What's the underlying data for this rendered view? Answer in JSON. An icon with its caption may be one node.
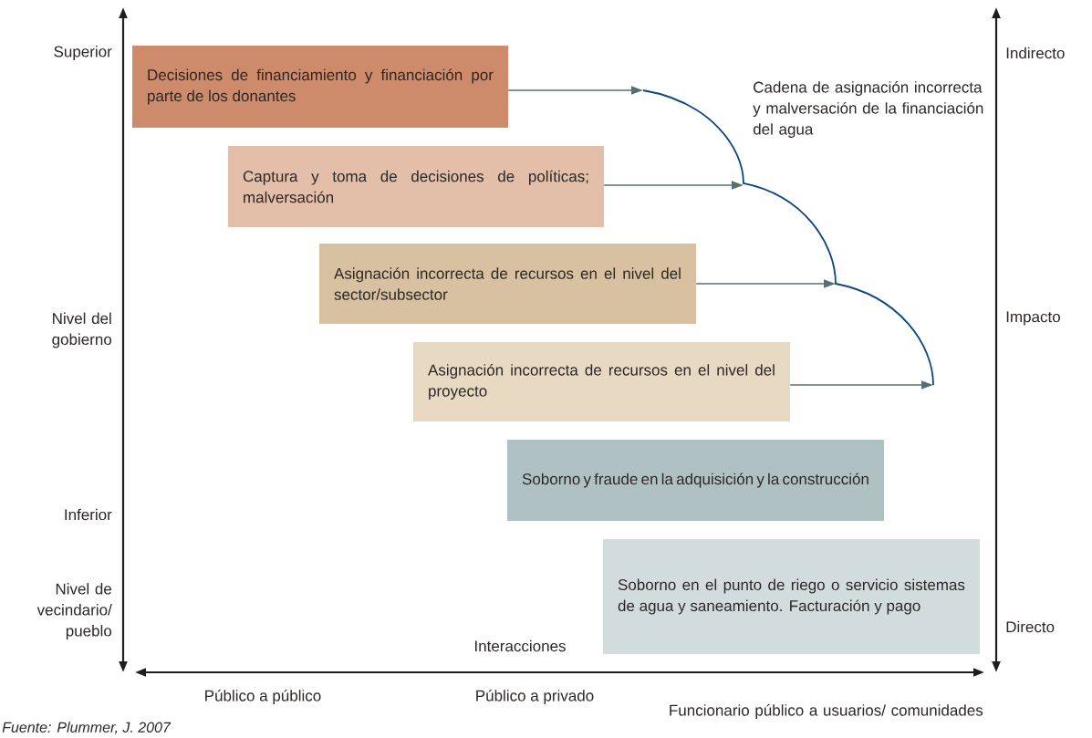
{
  "diagram": {
    "caption": "Fuente: Plummer, J. 2007",
    "nodes": [
      {
        "text": [
          "Decisiones de financiamiento y financiación por parte de los donantes"
        ]
      },
      {
        "text": [
          "Captura y toma de decisiones de políticas; malversación"
        ]
      },
      {
        "text": [
          "Asignación incorrecta de recursos en el nivel del sector/subsector"
        ]
      },
      {
        "text": [
          "Asignación incorrecta de recursos en el nivel del proyecto"
        ]
      },
      {
        "text": [
          "Soborno y fraude en la adquisición y la  construcción"
        ]
      },
      {
        "text": [
          "Soborno en el punto de riego o servicio sistemas de agua y saneamiento. Facturación y pago"
        ]
      }
    ],
    "edges": [
      {
        "from": 0,
        "to": null,
        "arrow": "to"
      },
      {
        "from": 1,
        "to": null,
        "arrow": "to"
      },
      {
        "from": 2,
        "to": null,
        "arrow": "to"
      },
      {
        "from": 3,
        "to": null,
        "arrow": "to"
      }
    ],
    "labels": [
      "Superior",
      "Cadena de asignación incorrecta y malversación de la financiación del agua",
      "Indirecto",
      "Nivel del gobierno",
      "Impacto",
      "Inferior",
      "Nivel de vecindario/ pueblo",
      "Directo",
      "Interacciones",
      "Público a público",
      "Público a privado",
      "Funcionario público a usuarios/ comunidades"
    ]
  }
}
